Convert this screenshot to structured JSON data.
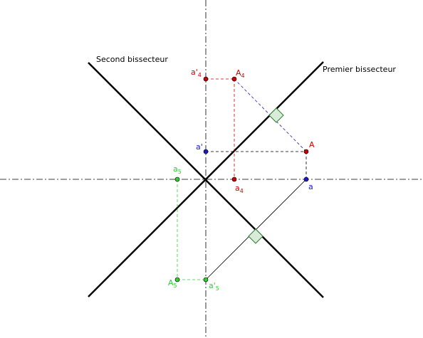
{
  "colors": {
    "black": "#000000",
    "red": "#cc0000",
    "blue": "#1a1acc",
    "green": "#33cc33",
    "right_angle_fill": "#d9ecd9",
    "right_angle_stroke": "#2e7d32"
  },
  "lines": {
    "second_bisector": "Second bissecteur",
    "first_bisector": "Premier bissecteur"
  },
  "points": {
    "A": "A",
    "a": "a",
    "a_prime": "a'",
    "A4": {
      "base": "A",
      "sub": "4"
    },
    "a4": {
      "base": "a",
      "sub": "4"
    },
    "a_prime4": {
      "base": "a'",
      "sub": "4"
    },
    "A5": {
      "base": "A",
      "sub": "5"
    },
    "a5": {
      "base": "a",
      "sub": "5"
    },
    "a_prime5": {
      "base": "a'",
      "sub": "5"
    }
  }
}
